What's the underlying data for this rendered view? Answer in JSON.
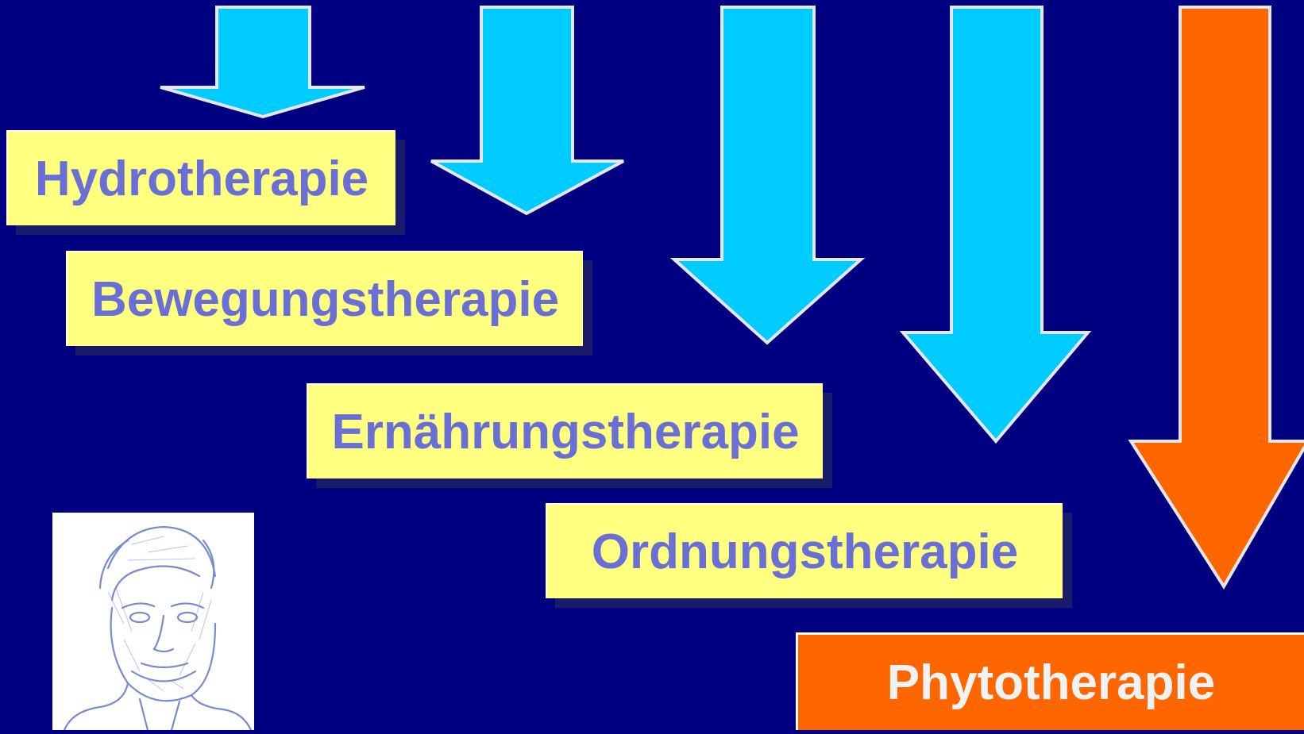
{
  "colors": {
    "background": "#000080",
    "arrow_cyan": "#00ccff",
    "arrow_orange": "#ff6600",
    "arrow_outline": "#e6e6ee",
    "box_yellow": "#ffff80",
    "box_text": "#6a6fd6",
    "box_orange": "#ff6600",
    "box_orange_text": "#f2f2f2"
  },
  "therapies": [
    {
      "label": "Hydrotherapie"
    },
    {
      "label": "Bewegungstherapie"
    },
    {
      "label": "Ernährungstherapie"
    },
    {
      "label": "Ordnungstherapie"
    },
    {
      "label": "Phytotherapie"
    }
  ],
  "arrows": [
    {
      "color": "cyan",
      "icon": "down-arrow-icon"
    },
    {
      "color": "cyan",
      "icon": "down-arrow-icon"
    },
    {
      "color": "cyan",
      "icon": "down-arrow-icon"
    },
    {
      "color": "cyan",
      "icon": "down-arrow-icon"
    },
    {
      "color": "orange",
      "icon": "down-arrow-icon"
    }
  ],
  "portrait": {
    "icon": "portrait-engraving-icon"
  }
}
